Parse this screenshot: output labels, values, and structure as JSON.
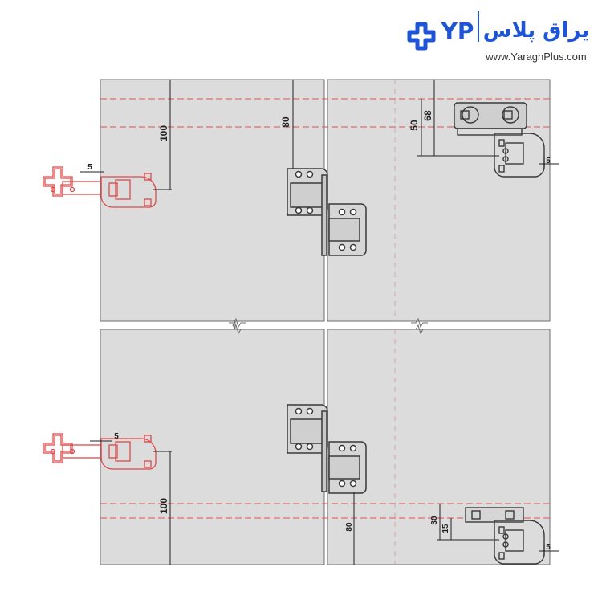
{
  "brand": {
    "logo_text": "یراق پلاس",
    "website": "www.YaraghPlus.com",
    "accent_color": "#1d55d6"
  },
  "colors": {
    "panel_fill": "#dcdcdc",
    "panel_stroke": "#6e6e6e",
    "dash_red": "#e0504f",
    "hinge_red": "#e04848",
    "hardware_stroke": "#3a3a3a"
  },
  "dimensions": {
    "top_left_vertical": "100",
    "top_center_vertical": "80",
    "top_right_outer": "68",
    "top_right_inner": "50",
    "top_left_offset": "5",
    "top_right_offset": "5",
    "bottom_left_vertical": "100",
    "bottom_center_vertical": "80",
    "bottom_right_outer": "30",
    "bottom_right_inner": "15",
    "bottom_left_offset": "5",
    "bottom_right_offset": "5"
  }
}
